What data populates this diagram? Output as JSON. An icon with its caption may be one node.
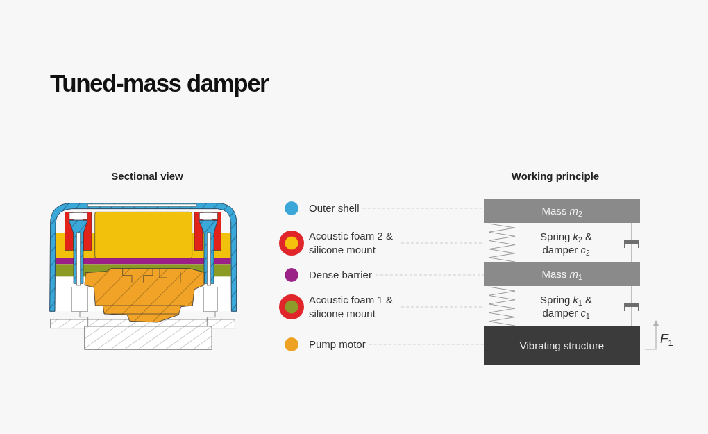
{
  "diagram": {
    "title": "Tuned-mass damper",
    "nodes": [
      {
        "text": [
          "Outer shell"
        ]
      },
      {
        "text": [
          "Acoustic foam 2 & silicone mount"
        ]
      },
      {
        "text": [
          "Dense barrier"
        ]
      },
      {
        "text": [
          "Acoustic foam 1 & silicone mount"
        ]
      },
      {
        "text": [
          "Pump motor"
        ]
      },
      {
        "text": [
          "Mass *m*$_{2}$"
        ]
      },
      {
        "text": [
          "Spring *k*$_{2}$ & damper *c*$_{2}$"
        ]
      },
      {
        "text": [
          "Mass *m*$_{1}$"
        ]
      },
      {
        "text": [
          "Spring *k*$_{1}$ & damper *c*$_{1}$"
        ]
      },
      {
        "text": [
          "Vibrating structure"
        ]
      }
    ],
    "edges": [
      {
        "from": 0,
        "to": 5,
        "arrow": "none",
        "style": "dashed"
      },
      {
        "from": 1,
        "to": 6,
        "arrow": "none",
        "style": "dashed"
      },
      {
        "from": 2,
        "to": 7,
        "arrow": "none",
        "style": "dashed"
      },
      {
        "from": 3,
        "to": 8,
        "arrow": "none",
        "style": "dashed"
      },
      {
        "from": 4,
        "to": 9,
        "arrow": "none",
        "style": "dashed"
      }
    ],
    "labels": [
      "Sectional view",
      "Working principle",
      "*F*$_{1}$"
    ]
  }
}
